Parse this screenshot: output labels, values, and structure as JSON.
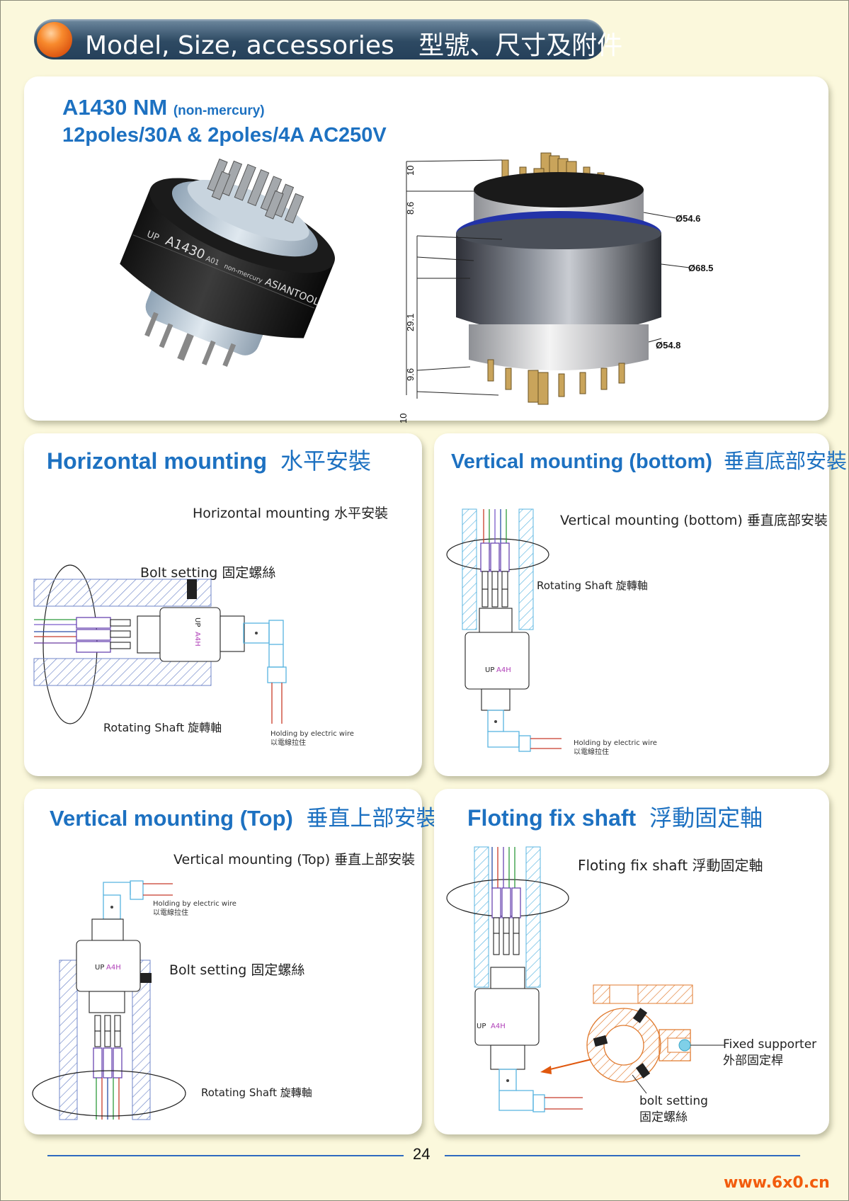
{
  "header": {
    "title": "Model, Size, accessories   型號、尺寸及附件"
  },
  "product": {
    "model": "A1430 NM",
    "model_note": "(non-mercury)",
    "spec": "12poles/30A & 2poles/4A AC250V",
    "body_print": {
      "up": "UP",
      "model": "A1430",
      "code": "A01",
      "note": "non-mercury",
      "brand": "ASIANTOOL"
    },
    "dims": {
      "d1": "Ø54.6",
      "d2": "Ø68.5",
      "d3": "Ø54.8",
      "h1": "10",
      "h2": "8.6",
      "h3": "29.1",
      "h4": "9.6",
      "h5": "10"
    }
  },
  "panels": {
    "horizontal": {
      "title": "Horizontal mounting",
      "title_cn": "水平安裝",
      "caption": "Horizontal mounting  水平安裝",
      "bolt": "Bolt setting  固定螺絲",
      "shaft": "Rotating Shaft  旋轉軸",
      "wire1": "Holding by electric wire",
      "wire2": "以電線拉住",
      "unit_up": "UP",
      "unit_code": "A4H"
    },
    "vertical_bottom": {
      "title": "Vertical mounting (bottom)",
      "title_cn": "垂直底部安裝",
      "caption": "Vertical mounting (bottom)  垂直底部安裝",
      "shaft": "Rotating Shaft  旋轉軸",
      "wire1": "Holding by electric wire",
      "wire2": "以電線拉住",
      "unit_up": "UP",
      "unit_code": "A4H"
    },
    "vertical_top": {
      "title": "Vertical mounting (Top)",
      "title_cn": "垂直上部安裝",
      "caption": "Vertical mounting (Top)  垂直上部安裝",
      "bolt": "Bolt setting  固定螺絲",
      "shaft": "Rotating Shaft  旋轉軸",
      "wire1": "Holding by electric wire",
      "wire2": "以電線拉住",
      "unit_up": "UP",
      "unit_code": "A4H"
    },
    "floating": {
      "title": "Floting fix shaft",
      "title_cn": "浮動固定軸",
      "caption": "Floting fix shaft 浮動固定軸",
      "supporter1": "Fixed supporter",
      "supporter2": "外部固定桿",
      "bolt1": "bolt setting",
      "bolt2": "固定螺絲",
      "unit_up": "UP",
      "unit_code": "A4H"
    }
  },
  "footer": {
    "page": "24",
    "site": "www.6x0.cn"
  },
  "colors": {
    "title_blue": "#1d71c1",
    "hatch_blue": "#6f86c8",
    "hatch_orange": "#e07a2e",
    "site_orange": "#f25c0d"
  }
}
